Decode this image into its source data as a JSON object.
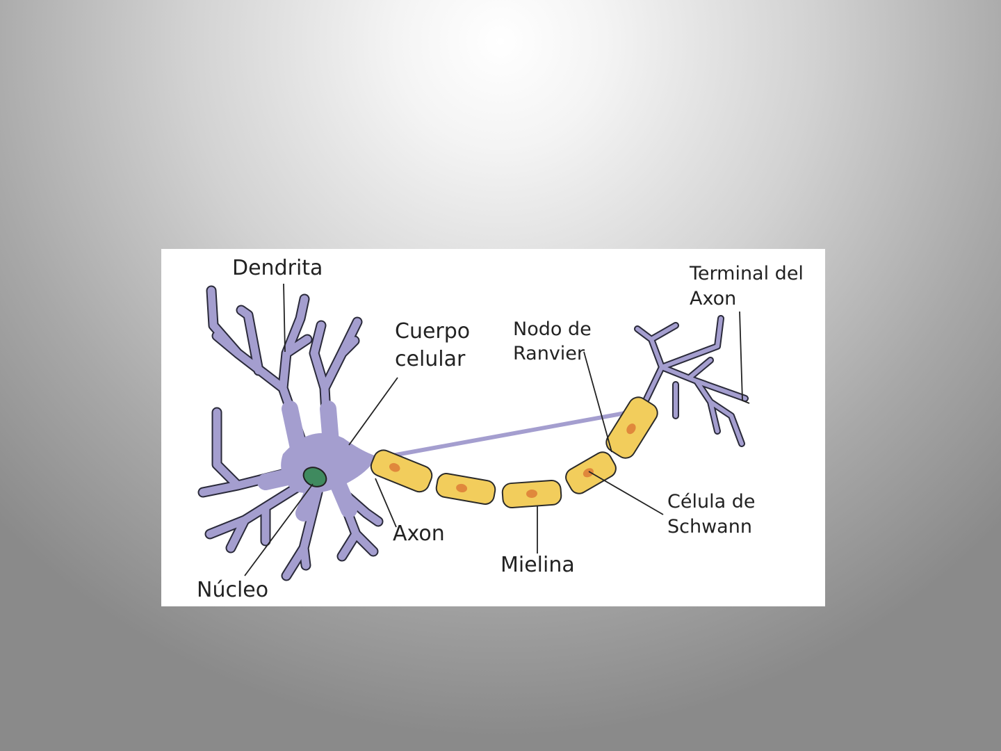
{
  "diagram": {
    "labels": {
      "dendrite": "Dendrita",
      "cell_body_1": "Cuerpo",
      "cell_body_2": "celular",
      "node_1": "Nodo de",
      "node_2": "Ranvier",
      "terminal_1": "Terminal del",
      "terminal_2": "Axon",
      "schwann_1": "Célula de",
      "schwann_2": "Schwann",
      "axon": "Axon",
      "myelin": "Mielina",
      "nucleus": "Núcleo"
    },
    "colors": {
      "neuron": "#a49ecf",
      "nucleus": "#3f8a5f",
      "myelin": "#f2cd5c",
      "schwann_nucleus": "#e0883c",
      "outline": "#2a2a3a"
    }
  }
}
